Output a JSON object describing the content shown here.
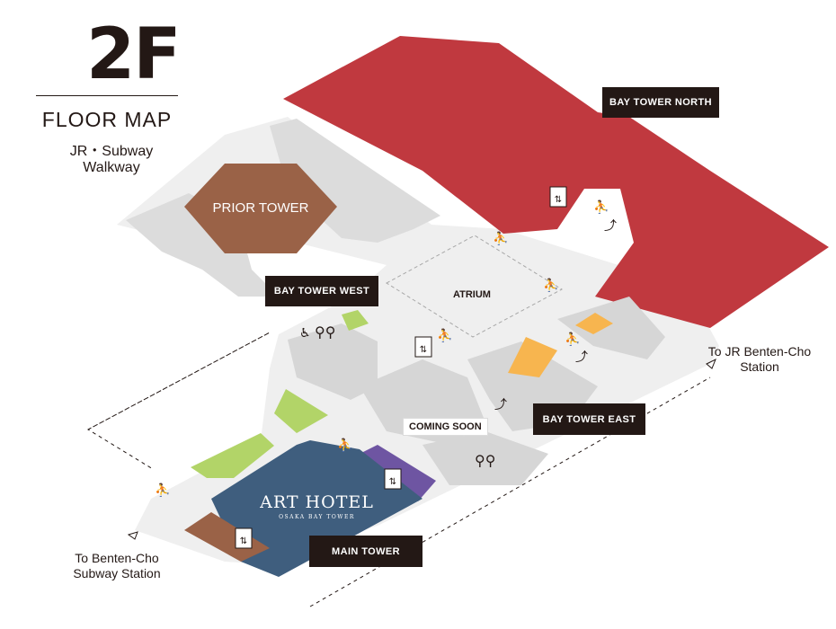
{
  "header": {
    "floor": "2F",
    "title": "FLOOR MAP",
    "subtitle_line1": "JR・Subway",
    "subtitle_line2": "Walkway"
  },
  "buildings": {
    "bay_tower_north": "BAY TOWER NORTH",
    "bay_tower_west": "BAY TOWER WEST",
    "bay_tower_east": "BAY TOWER EAST",
    "main_tower": "MAIN TOWER",
    "prior_tower": "PRIOR TOWER"
  },
  "areas": {
    "atrium": "ATRIUM",
    "coming_soon": "COMING SOON"
  },
  "hotel": {
    "name": "ART HOTEL",
    "sub": "OSAKA BAY TOWER"
  },
  "stations": {
    "jr_line1": "To JR Benten-Cho",
    "jr_line2": "Station",
    "subway_line1": "To Benten-Cho",
    "subway_line2": "Subway Station"
  },
  "colors": {
    "bay_tower_north": "#C0393F",
    "prior_tower": "#9A6247",
    "art_hotel": "#3F5E7E",
    "shop_orange": "#F7B54F",
    "shop_green": "#B2D468",
    "shop_purple": "#6E55A2",
    "floor_light": "#EFEFEF",
    "floor_mid": "#DCDCDC",
    "label_bg": "#231815"
  },
  "icons": [
    "escalator-icon",
    "elevator-icon",
    "stairs-icon",
    "restroom-icon",
    "wheelchair-icon",
    "arrow-icon"
  ]
}
